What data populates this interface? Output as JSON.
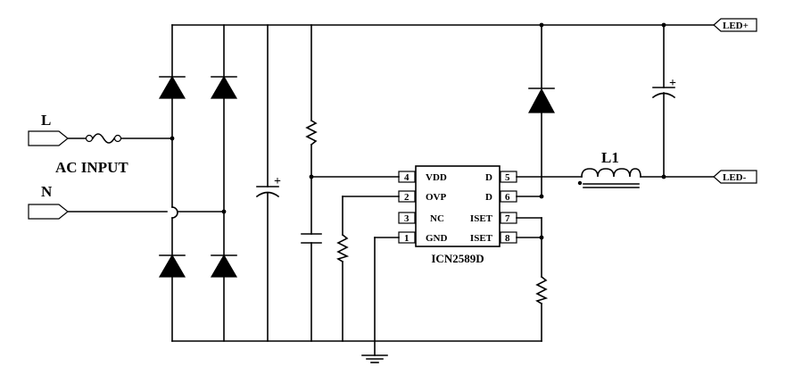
{
  "labels": {
    "line": "L",
    "neutral": "N",
    "ac_input": "AC INPUT",
    "inductor": "L1",
    "led_plus": "LED+",
    "led_minus": "LED-",
    "ic_name": "ICN2589D",
    "cap_polarity": "+"
  },
  "ic_pins": [
    {
      "num": "4",
      "name": "VDD"
    },
    {
      "num": "2",
      "name": "OVP"
    },
    {
      "num": "3",
      "name": "NC"
    },
    {
      "num": "1",
      "name": "GND"
    },
    {
      "num": "5",
      "name": "D"
    },
    {
      "num": "6",
      "name": "D"
    },
    {
      "num": "7",
      "name": "ISET"
    },
    {
      "num": "8",
      "name": "ISET"
    }
  ]
}
